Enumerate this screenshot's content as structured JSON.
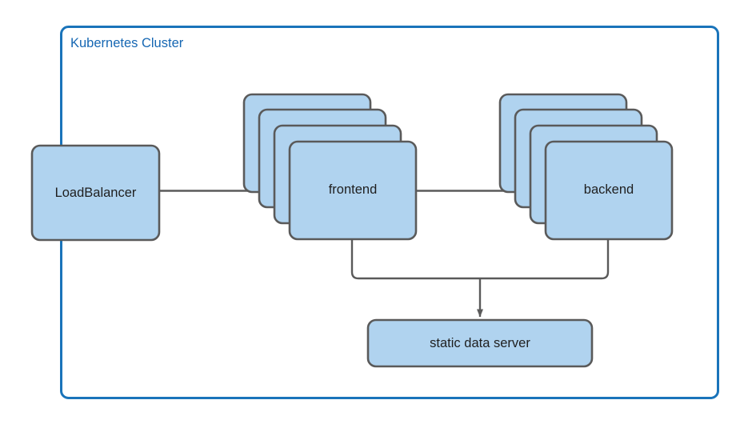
{
  "diagram": {
    "title": "Kubernetes Cluster",
    "type": "architecture-diagram",
    "colors": {
      "cluster_border": "#1a74ba",
      "cluster_title_text": "#1667b3",
      "node_fill": "#b0d3ef",
      "node_border": "#5a5a5a",
      "node_text": "#1f1f1f",
      "edge": "#5a5a5a",
      "background": "#ffffff"
    },
    "cluster": {
      "label": "Kubernetes Cluster"
    },
    "nodes": [
      {
        "id": "loadbalancer",
        "label": "LoadBalancer",
        "shape": "rounded-rect",
        "replicas": 1
      },
      {
        "id": "frontend",
        "label": "frontend",
        "shape": "stacked-rounded-rect",
        "replicas": 4
      },
      {
        "id": "backend",
        "label": "backend",
        "shape": "stacked-rounded-rect",
        "replicas": 4
      },
      {
        "id": "static-data-server",
        "label": "static data server",
        "shape": "rounded-rect",
        "replicas": 1
      }
    ],
    "edges": [
      {
        "from": "loadbalancer",
        "to": "frontend",
        "arrow": "single"
      },
      {
        "from": "frontend",
        "to": "backend",
        "arrow": "single"
      },
      {
        "from": "frontend",
        "to": "static-data-server",
        "arrow": "single"
      },
      {
        "from": "backend",
        "to": "static-data-server",
        "arrow": "single"
      }
    ]
  }
}
